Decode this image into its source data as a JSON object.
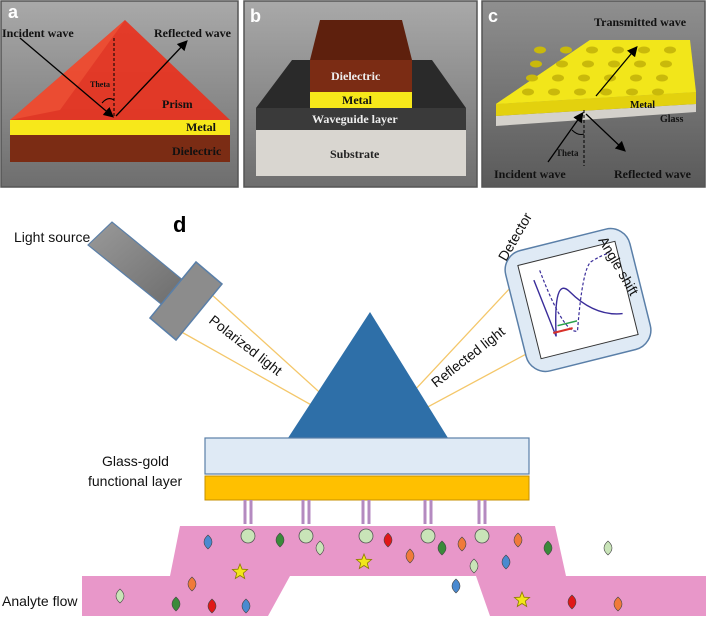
{
  "panels": {
    "a": {
      "letter": "a",
      "incident": "Incident wave",
      "reflected": "Reflected wave",
      "theta": "Theta",
      "prism": "Prism",
      "metal": "Metal",
      "dielectric": "Dielectric"
    },
    "b": {
      "letter": "b",
      "dielectric": "Dielectric",
      "metal": "Metal",
      "waveguide": "Waveguide layer",
      "substrate": "Substrate"
    },
    "c": {
      "letter": "c",
      "transmitted": "Transmitted wave",
      "metal": "Metal",
      "glass": "Glass",
      "theta": "Theta",
      "incident": "Incident wave",
      "reflected": "Reflected wave"
    },
    "d": {
      "letter": "d",
      "light_source": "Light source",
      "polarized": "Polarized light",
      "reflected": "Reflected light",
      "detector": "Detector",
      "angle_shift": "Angle shift",
      "glass_gold_1": "Glass-gold",
      "glass_gold_2": "functional layer",
      "analyte_flow": "Analyte flow"
    }
  },
  "colors": {
    "prism_red": "#e8321e",
    "metal_yellow": "#f7e81a",
    "dielectric_brown": "#7b2c14",
    "waveguide_dark": "#3a3a3a",
    "substrate_light": "#d9d6d0",
    "prism_blue": "#2e6fa8",
    "gold_layer": "#ffc000",
    "glass_layer": "#dfeaf5",
    "analyte_pink": "#e897c9",
    "panel_frame": "#6b6b6b"
  }
}
